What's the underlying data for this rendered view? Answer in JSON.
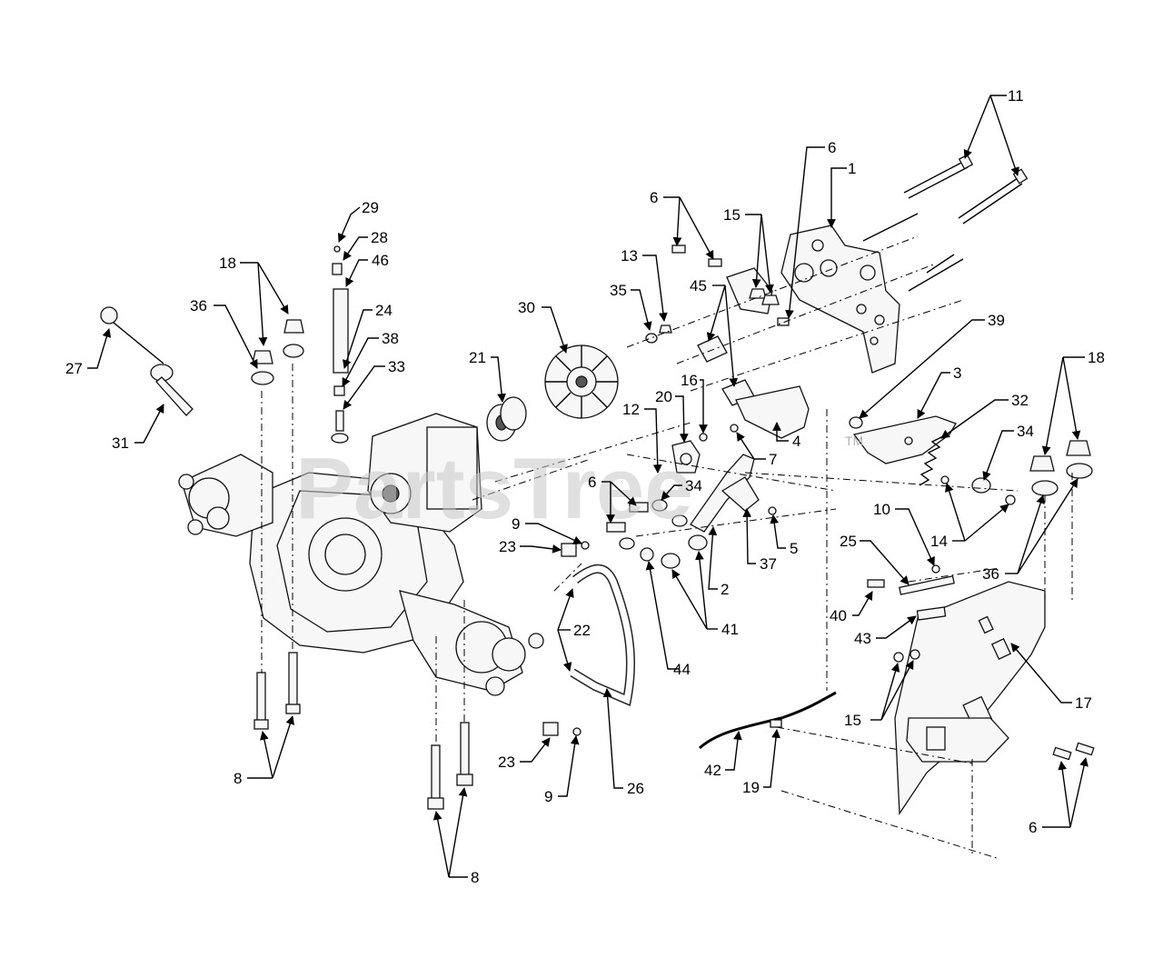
{
  "watermark": {
    "text": "PartsTree",
    "mark": "TM"
  },
  "labels": [
    "1",
    "2",
    "3",
    "4",
    "5",
    "6",
    "6",
    "6",
    "6",
    "7",
    "8",
    "8",
    "9",
    "9",
    "10",
    "11",
    "12",
    "13",
    "14",
    "15",
    "15",
    "16",
    "17",
    "18",
    "18",
    "19",
    "20",
    "21",
    "22",
    "23",
    "23",
    "24",
    "25",
    "26",
    "27",
    "28",
    "29",
    "30",
    "31",
    "32",
    "33",
    "34",
    "34",
    "35",
    "36",
    "36",
    "37",
    "38",
    "39",
    "40",
    "41",
    "42",
    "43",
    "44",
    "45",
    "46"
  ],
  "colors": {
    "line": "#000000",
    "watermark": "#c8c8c8",
    "background": "#ffffff"
  }
}
